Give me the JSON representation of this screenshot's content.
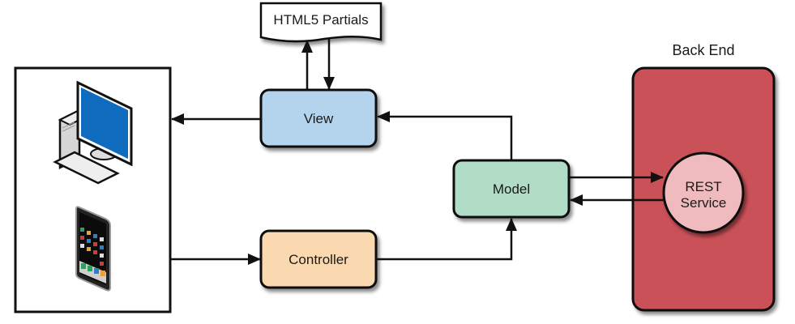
{
  "diagram": {
    "title": "",
    "nodes": {
      "partials": {
        "label": "HTML5 Partials",
        "color": "#ffffff"
      },
      "view": {
        "label": "View",
        "color": "#b3d4ec"
      },
      "model": {
        "label": "Model",
        "color": "#b1dcc6"
      },
      "controller": {
        "label": "Controller",
        "color": "#fbd9b0"
      },
      "client": {
        "label": "",
        "devices": [
          "desktop-computer",
          "smartphone"
        ]
      },
      "backend": {
        "label": "Back End",
        "color": "#cb5158"
      },
      "rest": {
        "label_line1": "REST",
        "label_line2": "Service",
        "color": "#efbbbe"
      }
    },
    "edges": [
      {
        "from": "view",
        "to": "partials"
      },
      {
        "from": "partials",
        "to": "view"
      },
      {
        "from": "view",
        "to": "client"
      },
      {
        "from": "model",
        "to": "view"
      },
      {
        "from": "client",
        "to": "controller"
      },
      {
        "from": "controller",
        "to": "model"
      },
      {
        "from": "model",
        "to": "rest"
      },
      {
        "from": "rest",
        "to": "model"
      }
    ]
  }
}
